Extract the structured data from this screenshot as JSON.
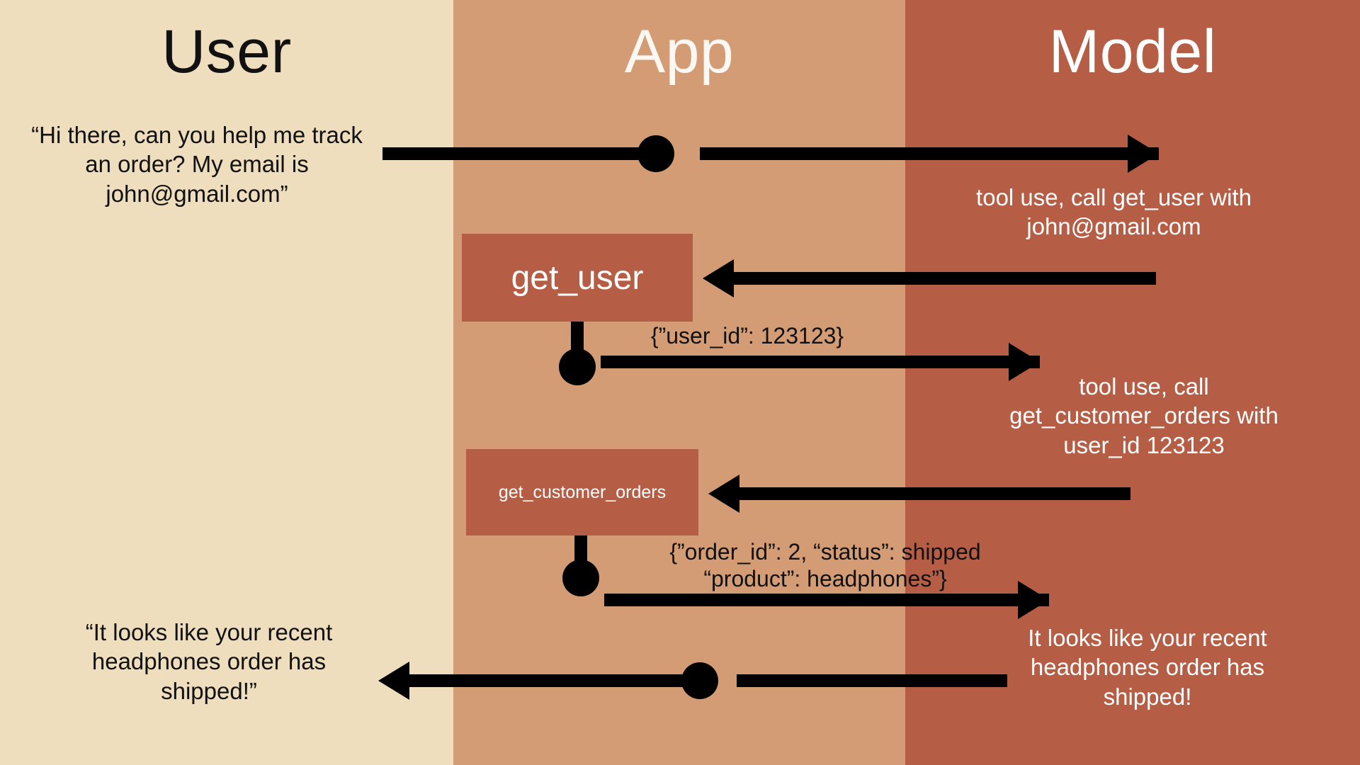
{
  "lanes": [
    {
      "id": "user",
      "title": "User",
      "bg": "#efdebd",
      "text_color": "#111111"
    },
    {
      "id": "app",
      "title": "App",
      "bg": "#d49c74",
      "text_color": "#fbf7f2"
    },
    {
      "id": "model",
      "title": "Model",
      "bg": "#b65e45",
      "text_color": "#ffffff"
    }
  ],
  "messages": {
    "user_request": "“Hi there, can you help me track an order? My email is john@gmail.com”",
    "model_tool_call_1": "tool use, call get_user with john@gmail.com",
    "model_tool_call_2": "tool use, call get_customer_orders with user_id 123123",
    "model_final": "It looks like your recent headphones order has shipped!",
    "user_final": "“It looks like your recent headphones order has shipped!”"
  },
  "tool_boxes": [
    {
      "name": "get_user",
      "label": "get_user",
      "fill": "#b65e45"
    },
    {
      "name": "get_customer_orders",
      "label": "get_customer_orders",
      "fill": "#b65e45"
    }
  ],
  "payloads": {
    "user_id_result": "{”user_id”: 123123}",
    "order_result": "{”order_id”: 2, “status”: shipped\n“product”: headphones”}"
  },
  "colors": {
    "user_band": "#efdebd",
    "app_band": "#d49c74",
    "model_band": "#b65e45",
    "connector": "#000000",
    "light_text": "#ffffff",
    "dark_text": "#111111"
  },
  "flow": {
    "steps": [
      {
        "step": 1,
        "from": "user",
        "to": "model",
        "direction": "right"
      },
      {
        "step": 2,
        "from": "model",
        "to": "app",
        "direction": "left"
      },
      {
        "step": 3,
        "from": "app",
        "to": "model",
        "direction": "right"
      },
      {
        "step": 4,
        "from": "model",
        "to": "app",
        "direction": "left"
      },
      {
        "step": 5,
        "from": "app",
        "to": "model",
        "direction": "right"
      },
      {
        "step": 6,
        "from": "model",
        "to": "user",
        "direction": "left"
      }
    ]
  }
}
